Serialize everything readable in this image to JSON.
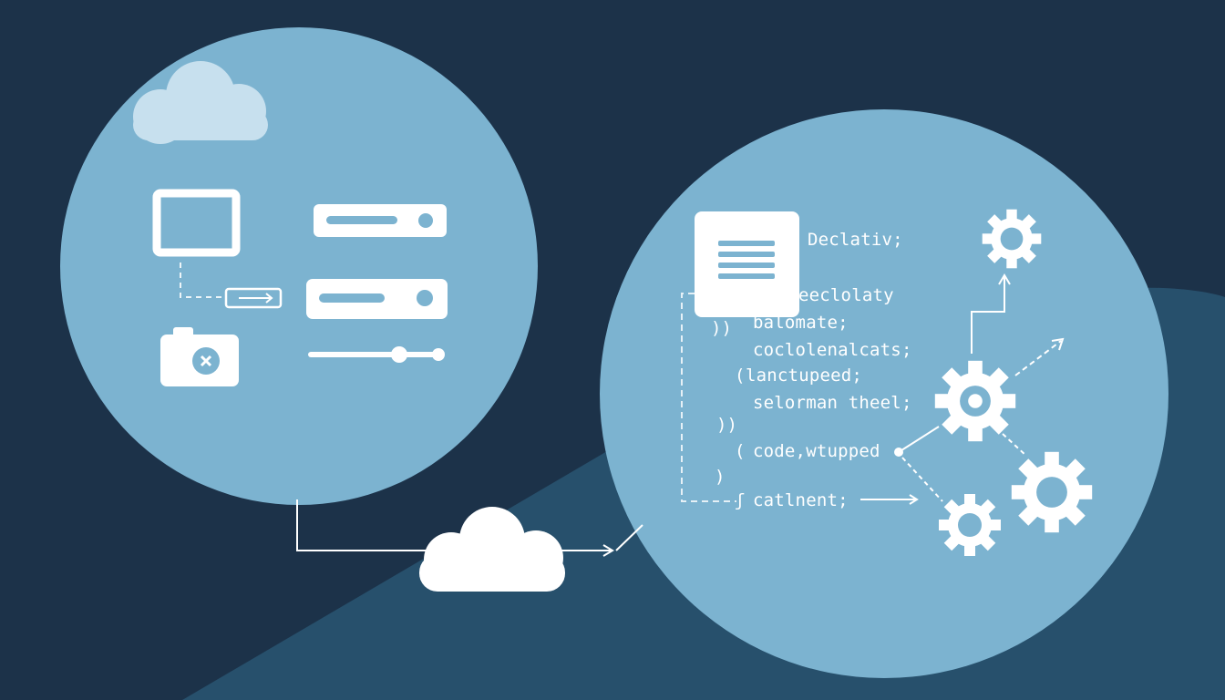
{
  "colors": {
    "background": "#1c3249",
    "background_hill": "#27506c",
    "circle_fill": "#7cb3d0",
    "icon": "#ffffff",
    "cloud_light": "#c7e0ee"
  },
  "code_panel": {
    "title": "Declativ;",
    "lines": [
      "eeclolaty",
      "balomate;",
      "coclolenalcats;",
      "lanctupeed;",
      "selorman theel;",
      "code,wtupped",
      "catlnent;"
    ],
    "brackets": [
      "))",
      "(",
      "))",
      "(",
      ")",
      "ʃ"
    ]
  },
  "icons": {
    "left": [
      "cloud-icon",
      "window-icon",
      "link-icon",
      "camera-icon",
      "slider-bar-icon",
      "slider-bar-icon",
      "slider-icon"
    ],
    "center": [
      "cloud-icon"
    ],
    "right": [
      "document-icon",
      "gear-icon",
      "gear-icon",
      "gear-icon",
      "gear-icon"
    ]
  }
}
